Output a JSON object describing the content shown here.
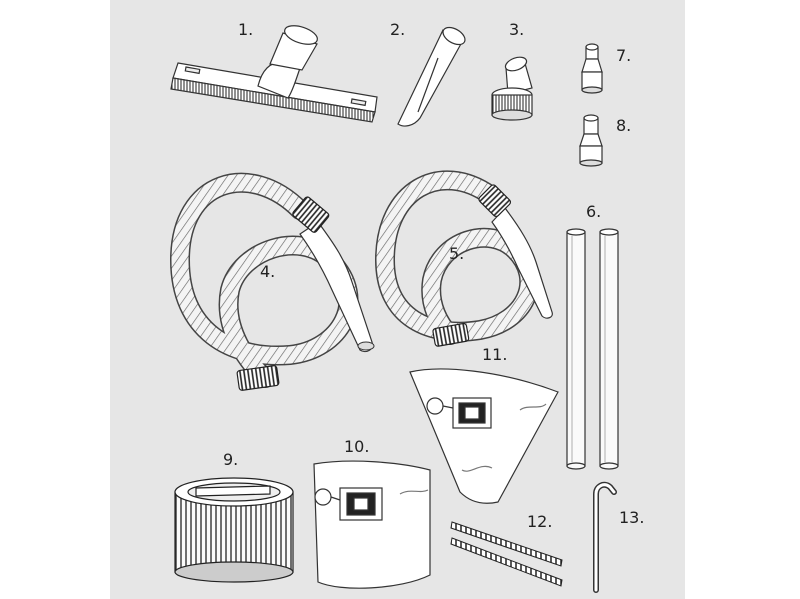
{
  "diagram": {
    "parts": [
      {
        "number": "1.",
        "icon": "floor-nozzle-icon"
      },
      {
        "number": "2.",
        "icon": "crevice-tool-icon"
      },
      {
        "number": "3.",
        "icon": "round-brush-icon"
      },
      {
        "number": "4.",
        "icon": "suction-hose-icon"
      },
      {
        "number": "5.",
        "icon": "suction-hose-icon"
      },
      {
        "number": "6.",
        "icon": "extension-tube-icon"
      },
      {
        "number": "7.",
        "icon": "adapter-icon"
      },
      {
        "number": "8.",
        "icon": "adapter-icon"
      },
      {
        "number": "9.",
        "icon": "cartridge-filter-icon"
      },
      {
        "number": "10.",
        "icon": "filter-bag-icon"
      },
      {
        "number": "11.",
        "icon": "filter-bag-icon"
      },
      {
        "number": "12.",
        "icon": "squeegee-strip-icon"
      },
      {
        "number": "13.",
        "icon": "hex-key-icon"
      }
    ]
  }
}
